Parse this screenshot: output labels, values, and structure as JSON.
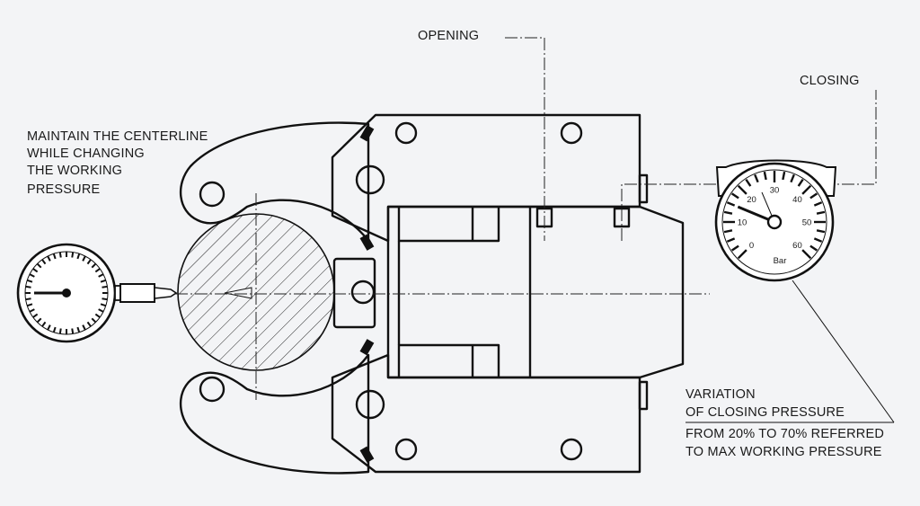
{
  "labels": {
    "opening": "OPENING",
    "closing": "CLOSING",
    "maintain": [
      "MAINTAIN THE CENTERLINE",
      "WHILE CHANGING",
      "THE WORKING",
      "PRESSURE"
    ],
    "variation": [
      "VARIATION",
      "OF CLOSING PRESSURE"
    ],
    "range": [
      "FROM 20% TO 70% REFERRED",
      "TO MAX WORKING PRESSURE"
    ]
  },
  "pressure_gauge": {
    "unit": "Bar",
    "scale": [
      "0",
      "10",
      "20",
      "30",
      "40",
      "50",
      "60"
    ],
    "needle_value": 15
  },
  "colors": {
    "line": "#111111",
    "background": "#f3f4f6"
  }
}
